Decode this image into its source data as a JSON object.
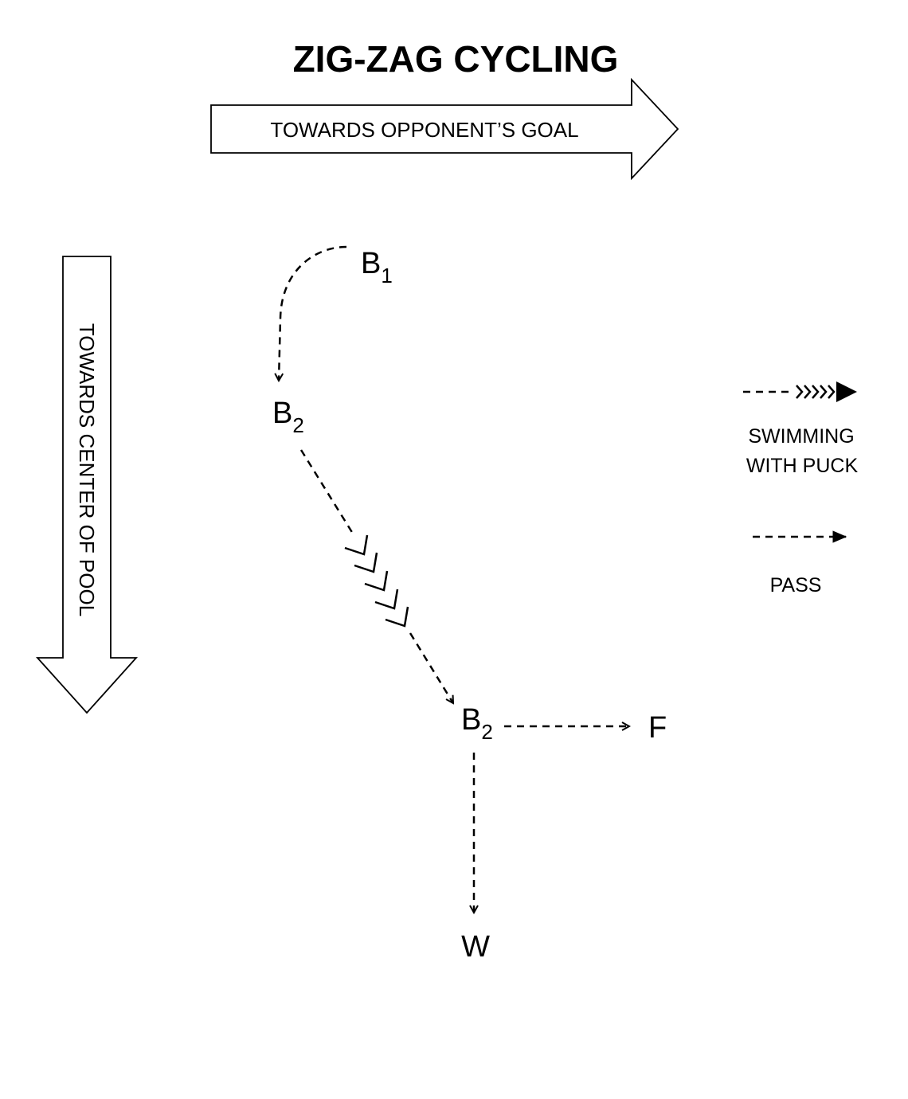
{
  "title": "ZIG-ZAG CYCLING",
  "arrows": {
    "goal_direction": "TOWARDS OPPONENT’S GOAL",
    "center_direction": "TOWARDS CENTER OF POOL"
  },
  "nodes": {
    "b1": {
      "letter": "B",
      "sub": "1"
    },
    "b2_top": {
      "letter": "B",
      "sub": "2"
    },
    "b2_bottom": {
      "letter": "B",
      "sub": "2"
    },
    "f": {
      "letter": "F"
    },
    "w": {
      "letter": "W"
    }
  },
  "legend": {
    "swim_line1": "SWIMMING",
    "swim_line2": "WITH PUCK",
    "pass": "PASS"
  }
}
